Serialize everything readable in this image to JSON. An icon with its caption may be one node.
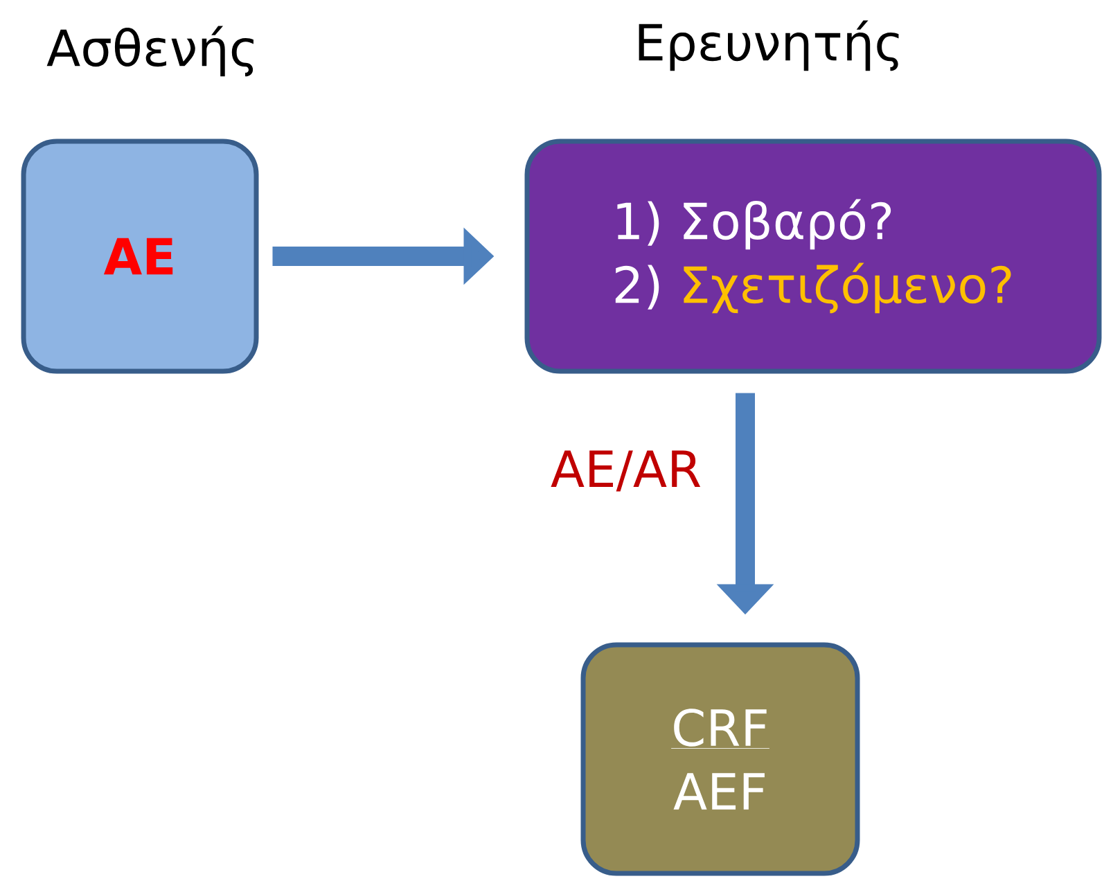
{
  "diagram": {
    "nodes": [
      {
        "text": [
          "Ασθενής",
          "AE"
        ]
      },
      {
        "text": [
          "Ερευνητής",
          "1) Σοβαρό?",
          "2)",
          "Σχετιζόμενο?"
        ]
      },
      {
        "text": [
          "CRF",
          "AEF"
        ]
      }
    ],
    "edges": [
      {
        "from": 0,
        "to": 1,
        "arrow": "to"
      },
      {
        "from": 1,
        "to": 2,
        "arrow": "to",
        "label": "AE/AR"
      }
    ]
  }
}
